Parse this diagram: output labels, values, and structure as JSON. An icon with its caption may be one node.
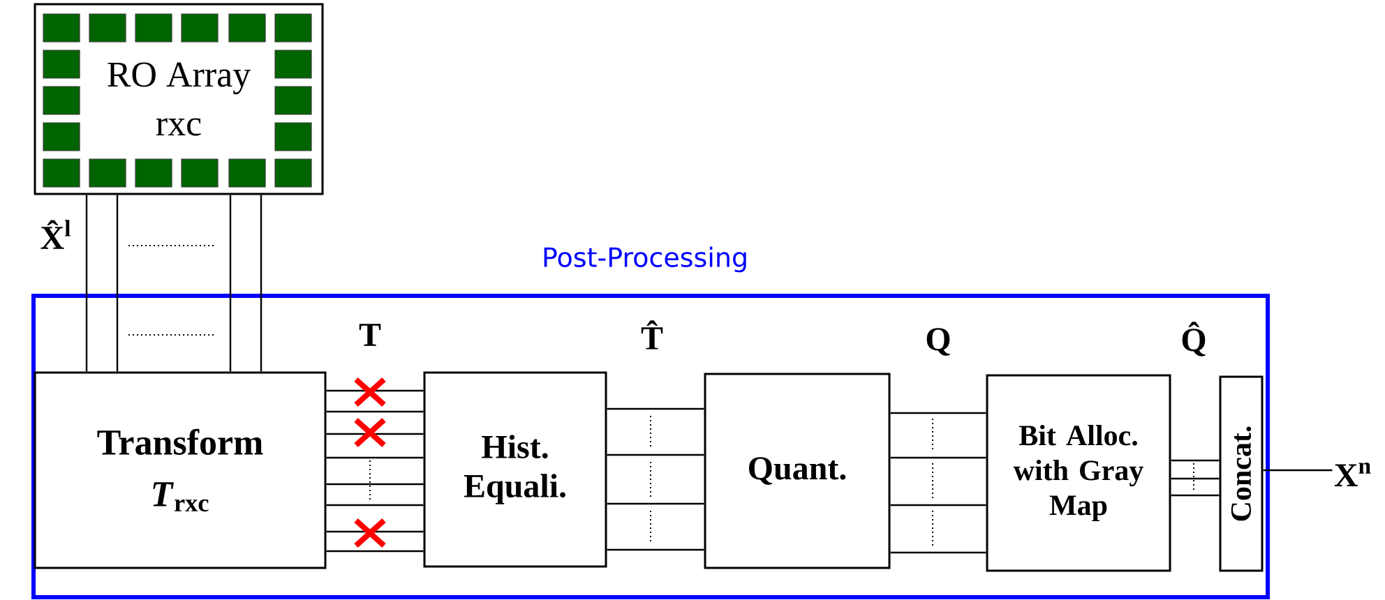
{
  "diagram": {
    "nodes": [
      {
        "text": [
          "Post-Processing"
        ]
      },
      {
        "text": [
          "RO Array",
          "rxc"
        ]
      },
      {
        "text": [
          "Transform",
          "*T*$_{rxc}$"
        ],
        "in": 0
      },
      {
        "text": [
          "Hist. Equali."
        ],
        "in": 0
      },
      {
        "text": [
          "Quant."
        ],
        "in": 0
      },
      {
        "text": [
          "Bit Alloc. with Gray Map"
        ],
        "in": 0
      },
      {
        "text": [
          "Concat."
        ],
        "in": 0
      },
      {
        "text": [
          "X$^{n}$"
        ]
      }
    ],
    "edges": [
      {
        "from": 1,
        "to": 2,
        "arrow": "none",
        "label": "X̂$^{l}$"
      },
      {
        "from": 2,
        "to": 3,
        "arrow": "none",
        "label": "T"
      },
      {
        "from": 3,
        "to": 4,
        "arrow": "none",
        "label": "T̂"
      },
      {
        "from": 4,
        "to": 5,
        "arrow": "none",
        "label": "Q"
      },
      {
        "from": 5,
        "to": 6,
        "arrow": "none",
        "label": "Q̂"
      },
      {
        "from": 6,
        "to": 7,
        "arrow": "none"
      }
    ]
  }
}
